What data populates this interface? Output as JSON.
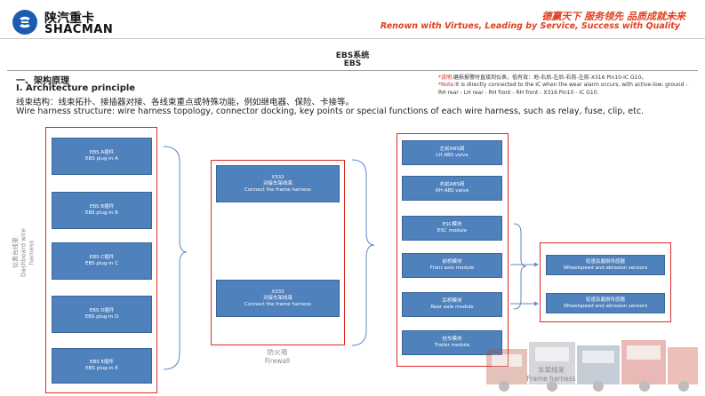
{
  "header": {
    "brand_cn": "陕汽重卡",
    "brand_en": "SHACMAN",
    "slogan_cn": "德赢天下  服务领先  品质成就未来",
    "slogan_en": "Renown with Virtues, Leading by Service, Success with Quality"
  },
  "title": {
    "cn": "EBS系统",
    "en": "EBS"
  },
  "section": {
    "heading_cn": "一、架构原理",
    "heading_en": "I. Architecture principle",
    "desc_cn": "线束结构：线束拓扑、接插器对接、各线束重点或特殊功能，例如继电器、保险、卡接等。",
    "desc_en": "Wire harness structure: wire harness topology, connector docking, key points or special functions of each wire harness, such as relay, fuse, clip, etc."
  },
  "note": {
    "label_cn": "*说明:",
    "text_cn": "磨损报警时直接到仪表，低有效：地-右后-左后-右前-左前-X316 Pin10-IC G10。",
    "label_en": "*Note:",
    "text_en": "It is directly connected to the IC when the wear alarm occurs, with active-low: ground - RH rear - LH rear - RH front - RH front - X316 Pin10 - IC G10."
  },
  "dashboard": {
    "label_cn": "仪表台线束",
    "label_en": "Dashboard wire harness",
    "plugs": [
      {
        "cn": "EBS A插件",
        "en": "EBS plug-in A"
      },
      {
        "cn": "EBS B插件",
        "en": "EBS plug-in B"
      },
      {
        "cn": "EBS C插件",
        "en": "EBS plug-in C"
      },
      {
        "cn": "EBS D插件",
        "en": "EBS plug-in D"
      },
      {
        "cn": "EBS E插件",
        "en": "EBS plug-in E"
      }
    ]
  },
  "firewall": {
    "label_cn": "防火墙",
    "label_en": "Firewall",
    "connectors": [
      {
        "id": "X332",
        "cn": "对接车架线束",
        "en": "Connect the frame harness"
      },
      {
        "id": "X333",
        "cn": "对接车架线束",
        "en": "Connect the frame harness"
      }
    ]
  },
  "frame": {
    "label_cn": "车架线束",
    "label_en": "Frame harness",
    "modules": [
      {
        "cn": "左前ABS阀",
        "en": "LH ABS valve"
      },
      {
        "cn": "右前ABS阀",
        "en": "RH ABS valve"
      },
      {
        "cn": "ESC模块",
        "en": "ESC module"
      },
      {
        "cn": "前桥模块",
        "en": "Front axle module"
      },
      {
        "cn": "后桥模块",
        "en": "Rear axle module"
      },
      {
        "cn": "挂车模块",
        "en": "Trailer module"
      }
    ]
  },
  "sensors": [
    {
      "cn": "轮速及磨损传感器",
      "en": "Wheelspeed and abrasion sensors"
    },
    {
      "cn": "轮速及磨损传感器",
      "en": "Wheelspeed and abrasion sensors"
    }
  ],
  "colors": {
    "module_fill": "#4f81bd",
    "frame_border": "#e02b25",
    "accent": "#e0401e",
    "logo": "#1b5bb0"
  }
}
